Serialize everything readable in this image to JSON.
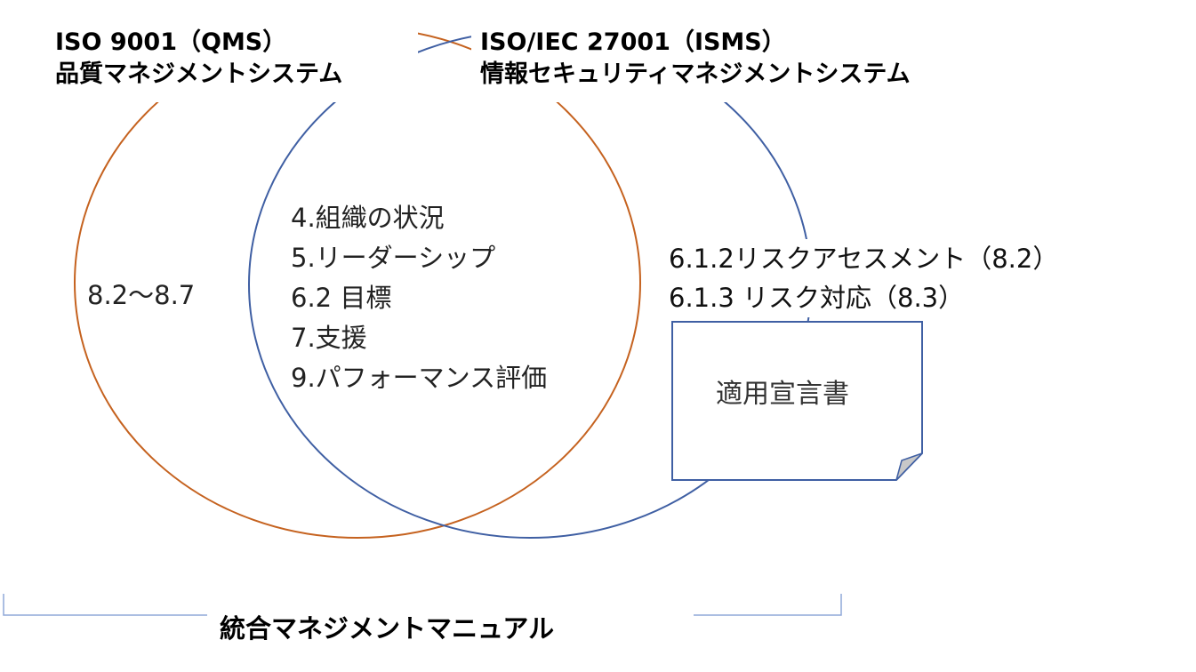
{
  "qms": {
    "title": "ISO 9001（QMS）",
    "subtitle": "品質マネジメントシステム",
    "only_items": "8.2〜8.7",
    "color": "#c5621f"
  },
  "isms": {
    "title": "ISO/IEC 27001（ISMS）",
    "subtitle": "情報セキュリティマネジメントシステム",
    "color": "#3f5fa3"
  },
  "common_items": [
    "4.組織の状況",
    "5.リーダーシップ",
    "6.2 目標",
    "7.支援",
    "9.パフォーマンス評価"
  ],
  "isms_only_items": [
    "6.1.2リスクアセスメント（8.2）",
    "6.1.3 リスク対応（8.3）"
  ],
  "document": {
    "label": "適用宣言書"
  },
  "bracket": {
    "label": "統合マネジメントマニュアル",
    "color": "#8fa8d8"
  }
}
